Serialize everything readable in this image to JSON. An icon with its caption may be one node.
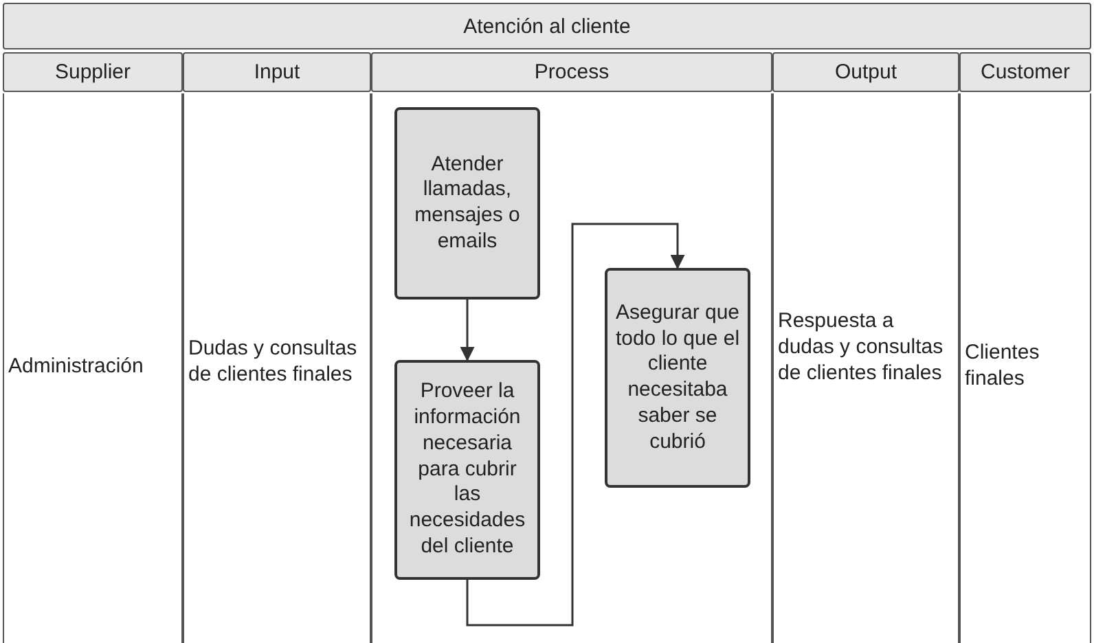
{
  "diagram": {
    "title": "Atención al cliente",
    "nodes": [
      {
        "text": [
          "Atender llamadas, mensajes o emails"
        ]
      },
      {
        "text": [
          "Proveer la información necesaria para cubrir las necesidades del cliente"
        ]
      },
      {
        "text": [
          "Asegurar que todo lo que el cliente necesitaba saber se cubrió"
        ]
      }
    ],
    "edges": [
      {
        "from": 0,
        "to": 1,
        "arrow": "to"
      },
      {
        "from": 1,
        "to": 2,
        "arrow": "to"
      }
    ],
    "labels": [
      "Supplier",
      "Input",
      "Process",
      "Output",
      "Customer",
      "Administración",
      "Dudas y consultas de clientes finales",
      "Respuesta a dudas y consultas de clientes finales",
      "Clientes finales"
    ]
  }
}
